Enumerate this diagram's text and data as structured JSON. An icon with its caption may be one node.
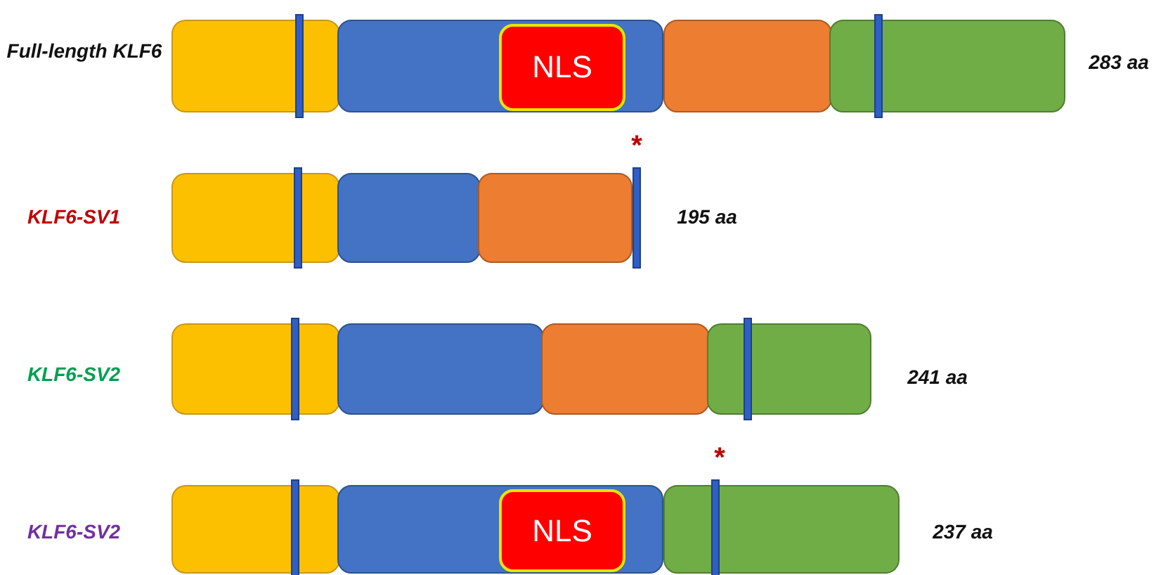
{
  "diagram": {
    "nodes": [
      {
        "text": [],
        "shape": "box"
      },
      {
        "text": [],
        "shape": "box"
      },
      {
        "text": [
          "NLS"
        ],
        "in": 1
      },
      {
        "text": [],
        "shape": "box"
      },
      {
        "text": [],
        "shape": "box"
      },
      {
        "text": [],
        "shape": "box"
      },
      {
        "text": [],
        "shape": "box"
      },
      {
        "text": [],
        "shape": "box"
      },
      {
        "text": [],
        "shape": "box"
      },
      {
        "text": [],
        "shape": "box"
      },
      {
        "text": [],
        "shape": "box"
      },
      {
        "text": [],
        "shape": "box"
      },
      {
        "text": [],
        "shape": "box"
      },
      {
        "text": [],
        "shape": "box"
      },
      {
        "text": [
          "NLS"
        ],
        "in": 13
      },
      {
        "text": [],
        "shape": "box"
      }
    ],
    "labels": [
      "Full-length KLF6",
      "283 aa",
      "*",
      "KLF6-SV1",
      "195 aa",
      "KLF6-SV2",
      "241 aa",
      "*",
      "KLF6-SV2",
      "237 aa"
    ]
  }
}
